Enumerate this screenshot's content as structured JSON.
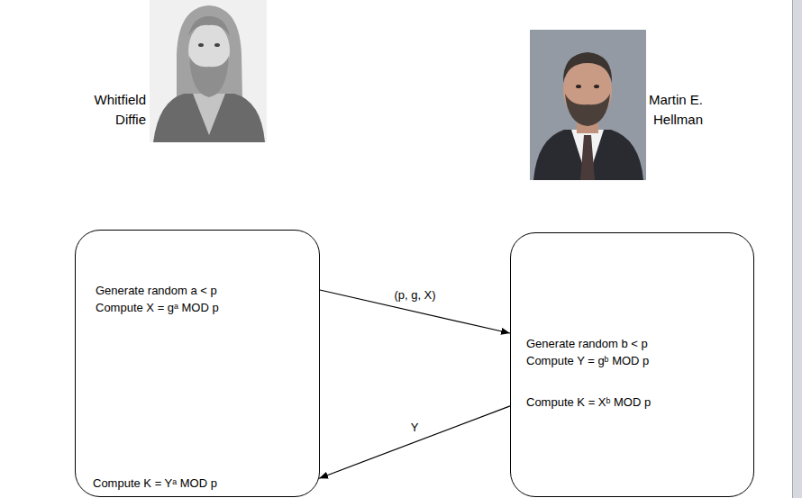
{
  "diagram": {
    "nodes": [
      {
        "text": [
          "Generate random a < p",
          "Compute X = gᵃ MOD p",
          "Compute K = Yᵃ MOD p"
        ]
      },
      {
        "text": [
          "Generate random b < p",
          "Compute Y = gᵇ MOD p",
          "Compute K = Xᵇ MOD p"
        ]
      }
    ],
    "edges": [
      {
        "from": 0,
        "to": 1,
        "arrow": "to",
        "label": "(p, g, X)"
      },
      {
        "from": 1,
        "to": 0,
        "arrow": "to",
        "label": "Y"
      }
    ],
    "labels": [
      "Whitfield Diffie",
      "Martin E. Hellman"
    ]
  }
}
